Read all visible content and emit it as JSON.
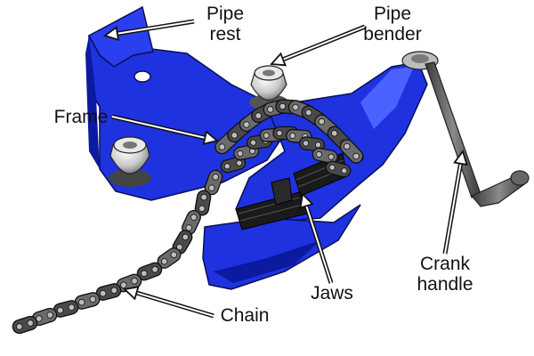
{
  "labels": {
    "pipe_rest": [
      "Pipe",
      "rest"
    ],
    "pipe_bender": [
      "Pipe",
      "bender"
    ],
    "frame": "Frame",
    "jaws": "Jaws",
    "crank_handle": [
      "Crank",
      "handle"
    ],
    "chain": "Chain"
  },
  "colors": {
    "frame_blue": "#1f32e0",
    "frame_shadow": "#0b1a9e",
    "frame_light": "#4a63ff",
    "chain_dark": "#2a2a2a",
    "chain_mid": "#6b6b6b",
    "jaw_black": "#1a1a1a",
    "roller_grey": "#cfcfcf",
    "handle_grey": "#555555",
    "arrow_outline": "#111111"
  }
}
